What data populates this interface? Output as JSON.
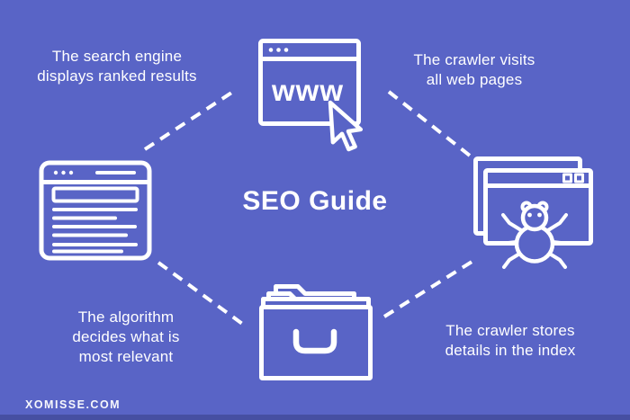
{
  "colors": {
    "background": "#5964C6",
    "foreground": "#FFFFFF",
    "footer_shade": "rgba(20,25,70,0.28)"
  },
  "title": {
    "text": "SEO Guide"
  },
  "watermark": {
    "text": "XOMISSE.COM"
  },
  "labels": {
    "search_engine": {
      "text": "The search engine\ndisplays ranked results"
    },
    "crawler_visits": {
      "text": "The crawler visits\nall web pages"
    },
    "algorithm": {
      "text": "The algorithm\ndecides what is\nmost relevant"
    },
    "crawler_stores": {
      "text": "The crawler stores\ndetails in the index"
    }
  },
  "icons": {
    "www_browser": {
      "name": "www-browser-cursor-icon",
      "label": "www"
    },
    "results_browser": {
      "name": "search-results-browser-icon"
    },
    "crawler_bug": {
      "name": "crawler-bug-windows-icon"
    },
    "index_drawer": {
      "name": "index-folder-drawer-icon"
    }
  }
}
